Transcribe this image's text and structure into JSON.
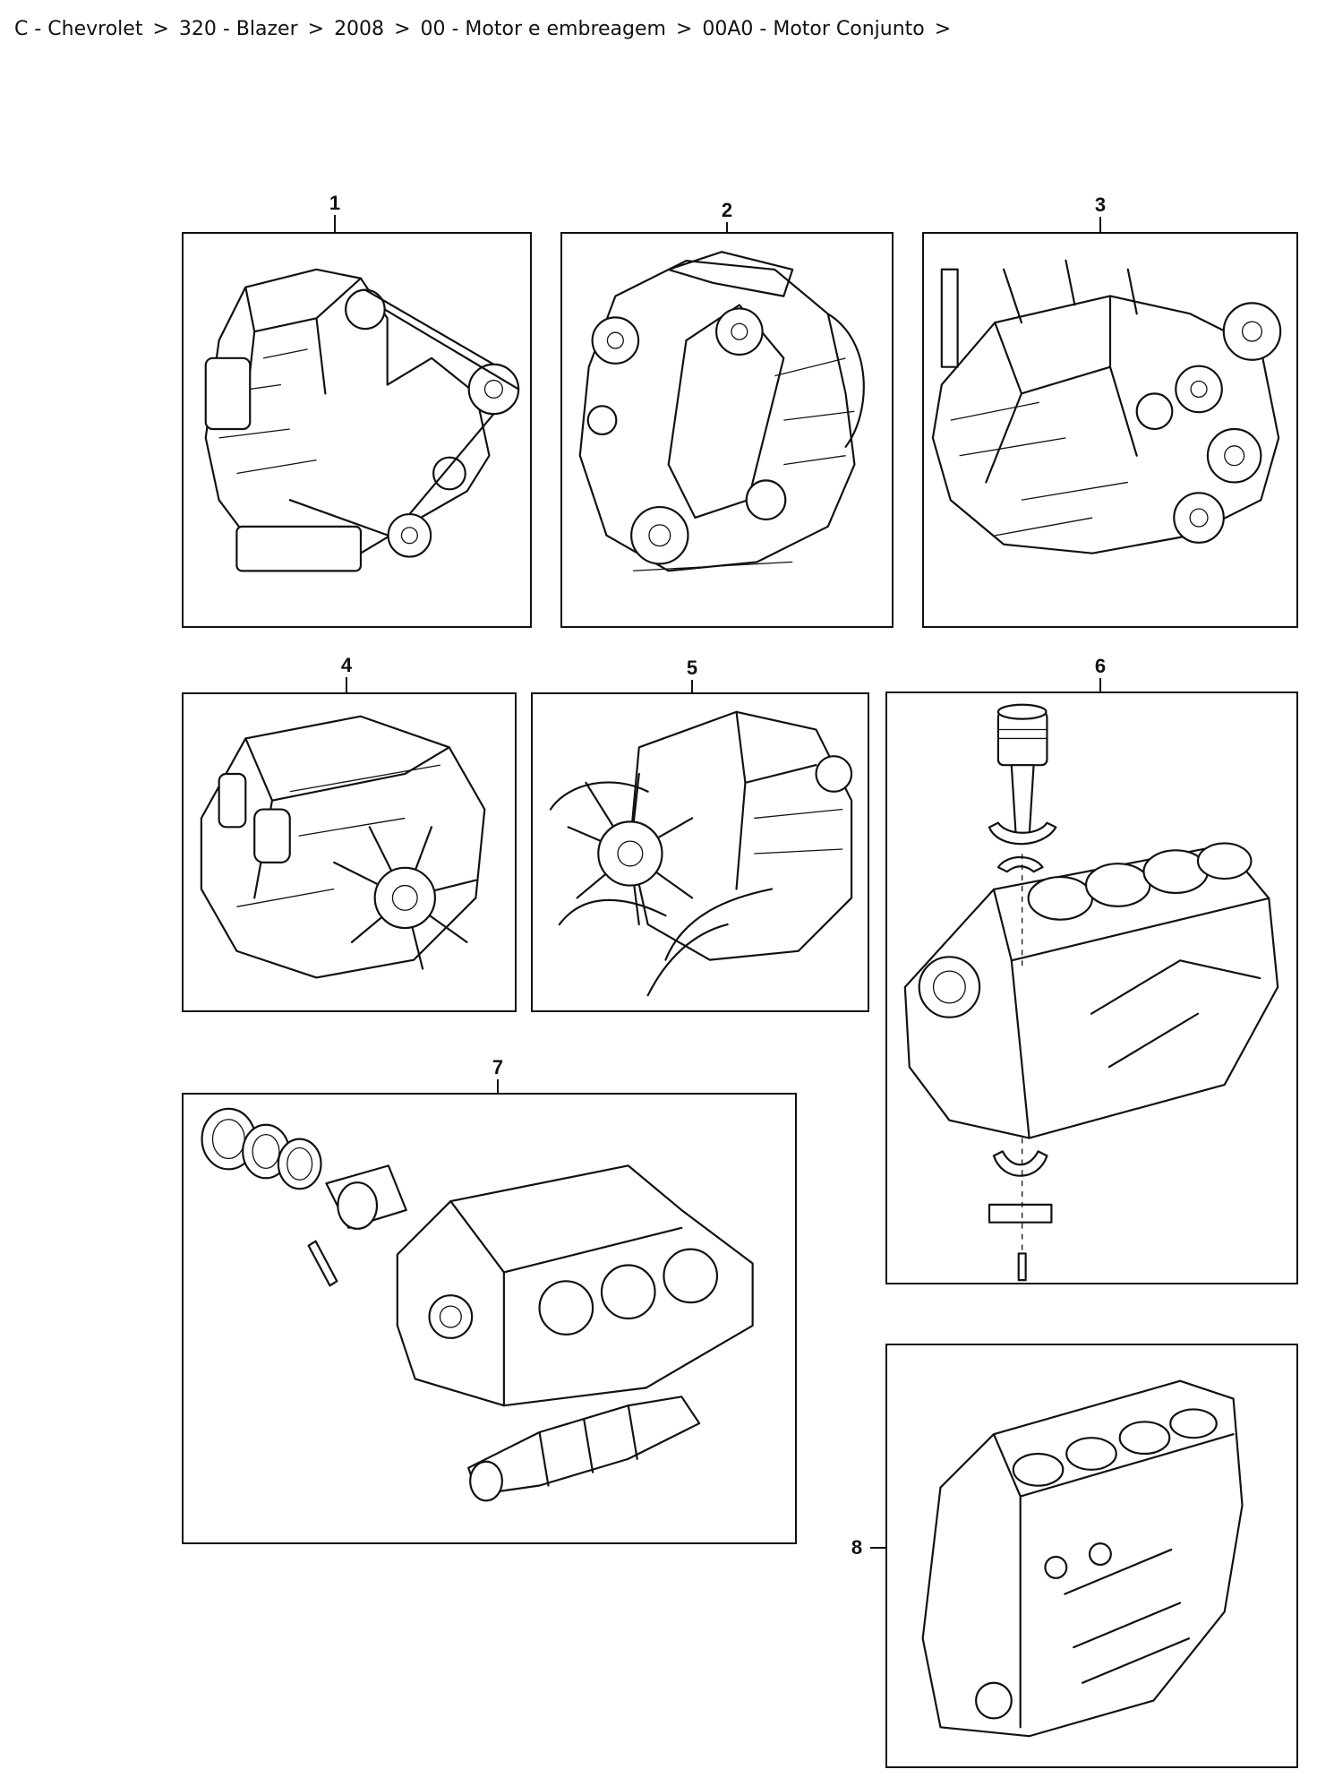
{
  "breadcrumb": {
    "items": [
      "C - Chevrolet",
      "320 - Blazer",
      "2008",
      "00 - Motor e embreagem",
      "00A0 - Motor Conjunto"
    ],
    "separator": ">"
  },
  "diagram": {
    "callouts": [
      "1",
      "2",
      "3",
      "4",
      "5",
      "6",
      "7",
      "8"
    ],
    "panels": [
      {
        "callout": "1",
        "icon": "complete-engine-inline-4-illustration"
      },
      {
        "callout": "2",
        "icon": "complete-engine-inline-4-timing-belt-illustration"
      },
      {
        "callout": "3",
        "icon": "complete-engine-v6-illustration"
      },
      {
        "callout": "4",
        "icon": "complete-engine-diesel-with-fan-illustration"
      },
      {
        "callout": "5",
        "icon": "complete-engine-diesel-with-hoses-illustration"
      },
      {
        "callout": "6",
        "icon": "short-block-inline-4-with-piston-and-bearings-illustration"
      },
      {
        "callout": "7",
        "icon": "short-block-v6-with-piston-rings-and-crankshaft-illustration"
      },
      {
        "callout": "8",
        "icon": "short-block-inline-4-illustration"
      }
    ]
  }
}
